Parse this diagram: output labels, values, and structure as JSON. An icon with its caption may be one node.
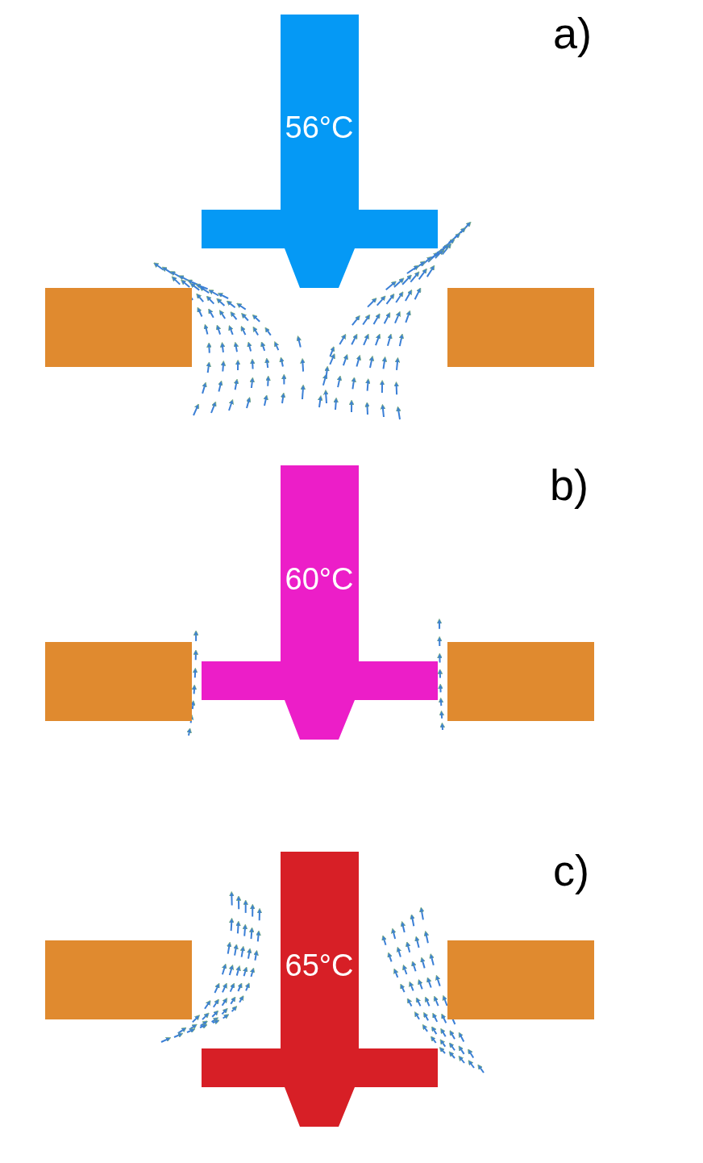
{
  "diagram": {
    "nodes": [
      {
        "text": [
          "56°C"
        ]
      },
      {
        "text": [],
        "shape": "box"
      },
      {
        "text": [],
        "shape": "box"
      },
      {
        "text": [
          "60°C"
        ]
      },
      {
        "text": [],
        "shape": "box"
      },
      {
        "text": [],
        "shape": "box"
      },
      {
        "text": [
          "65°C"
        ]
      },
      {
        "text": [],
        "shape": "box"
      },
      {
        "text": [],
        "shape": "box"
      }
    ],
    "labels": [
      "a)",
      "b)",
      "c)"
    ]
  }
}
